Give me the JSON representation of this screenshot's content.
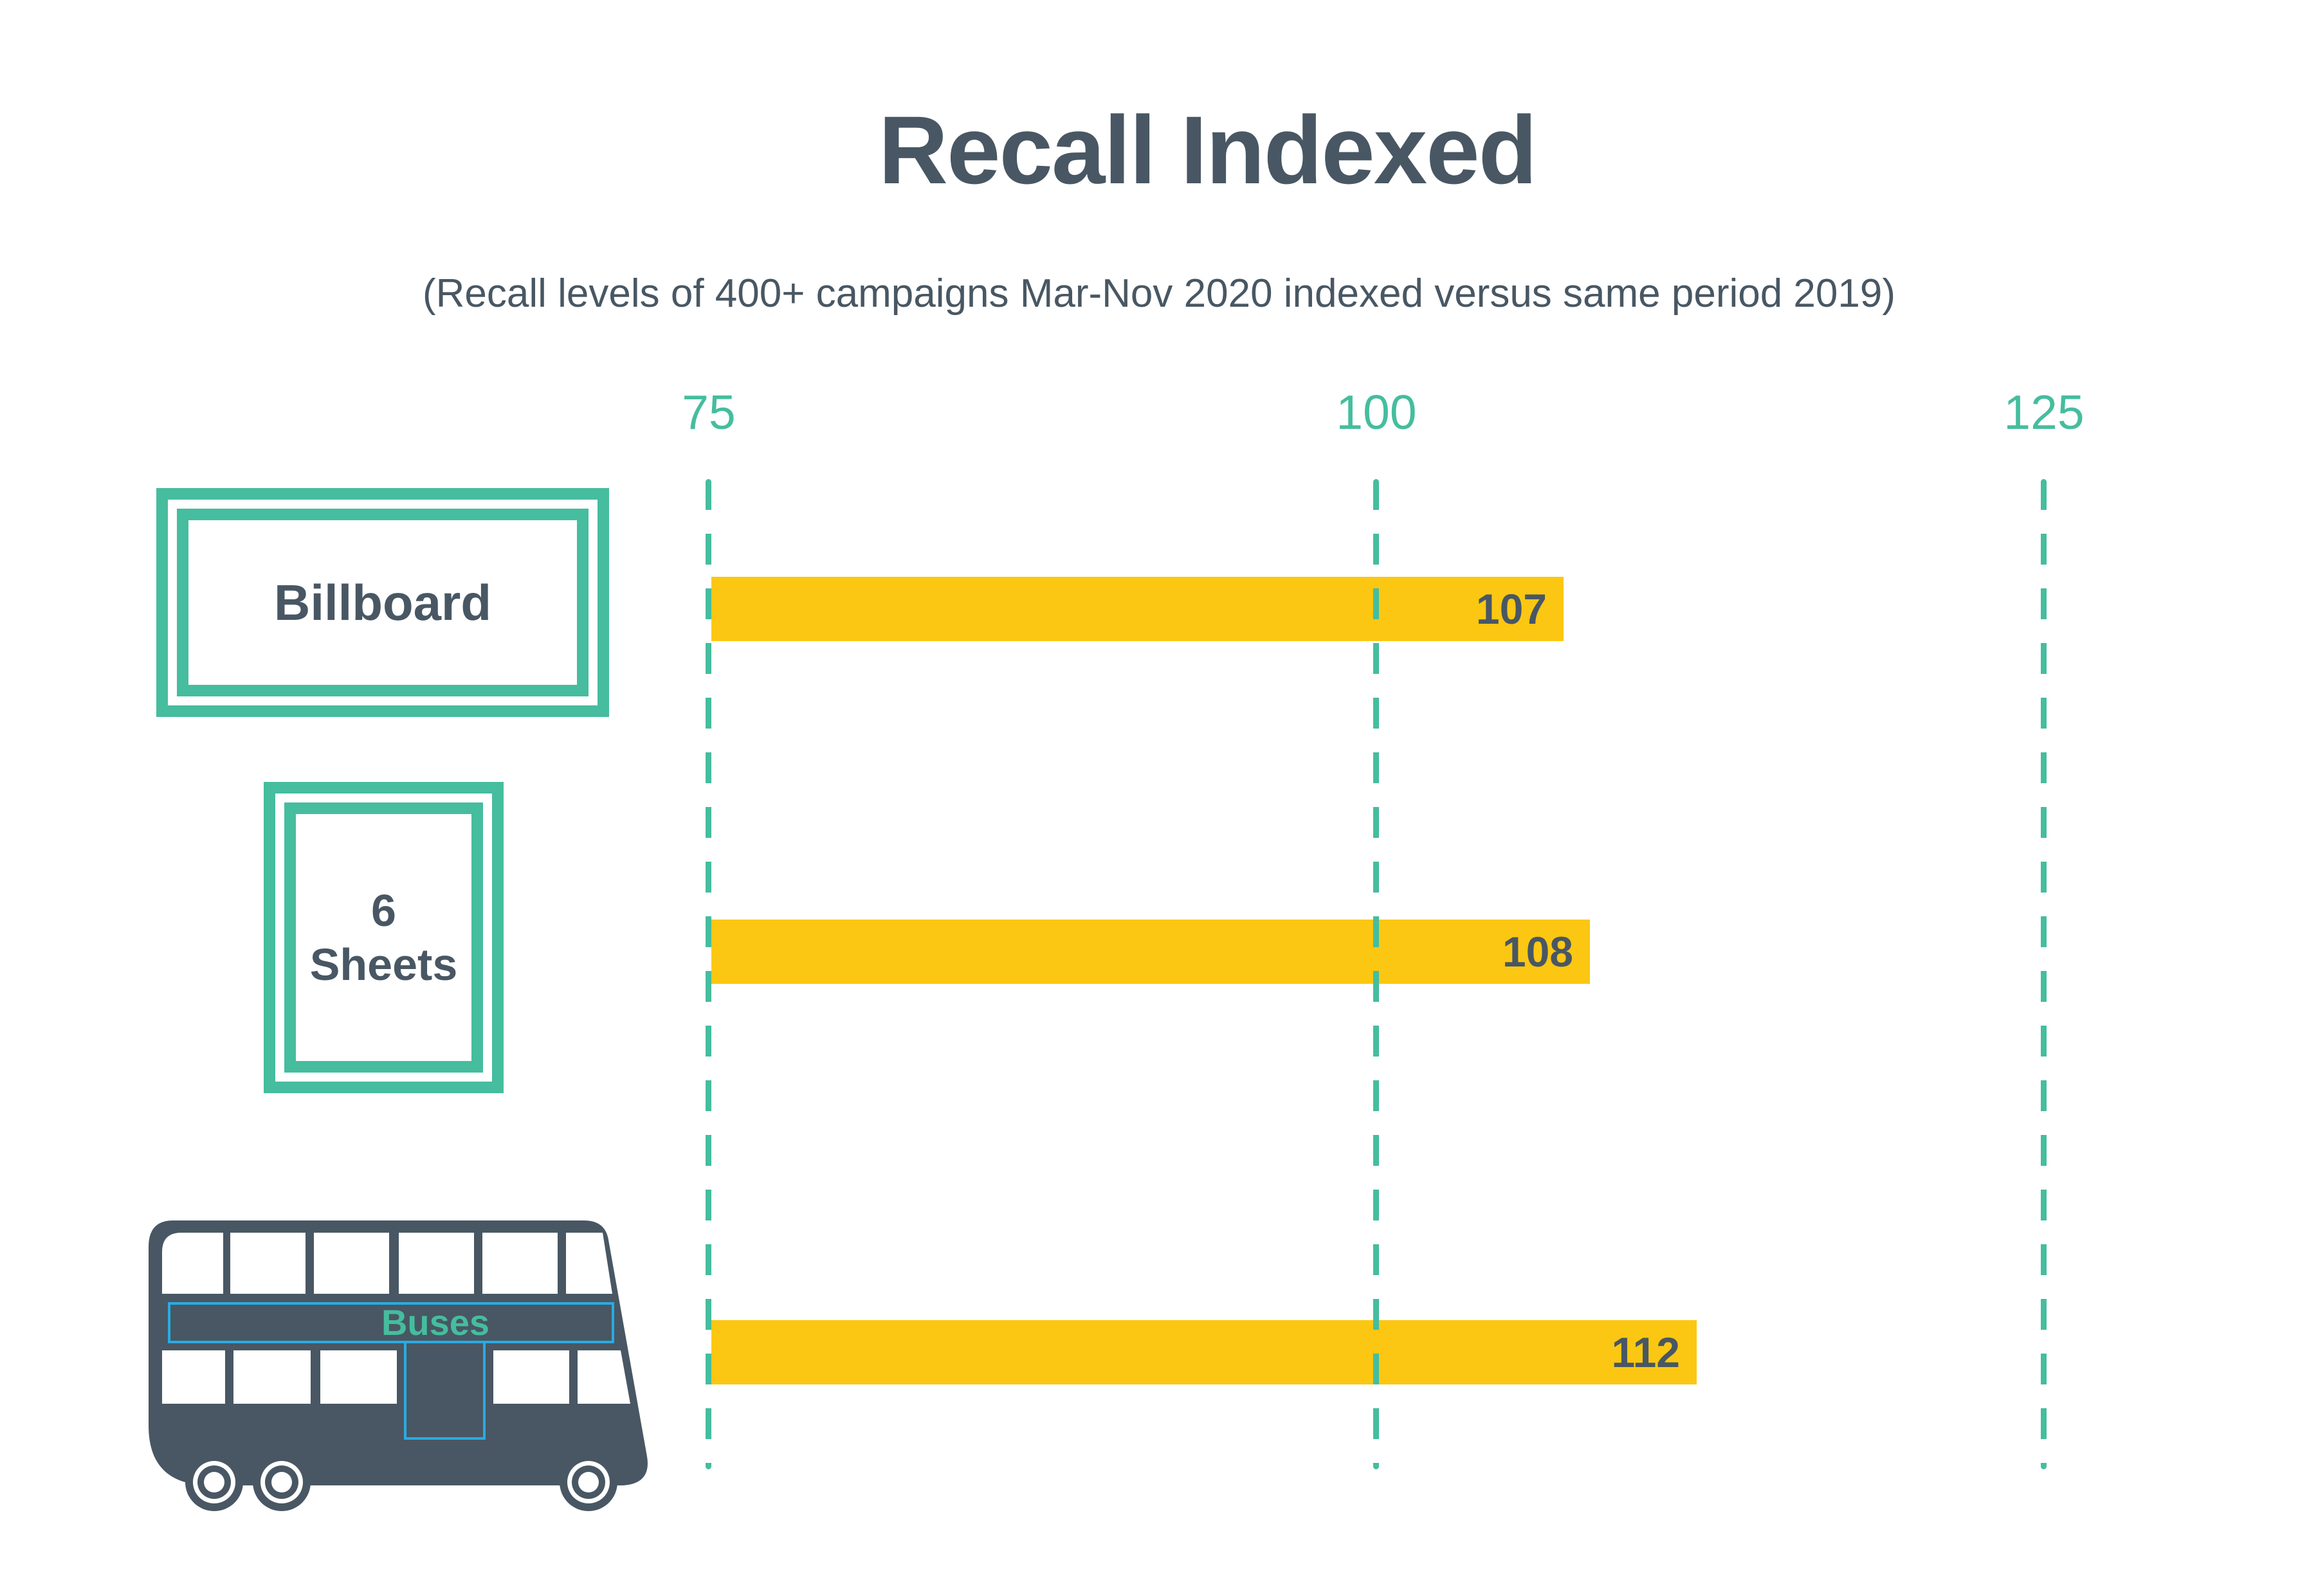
{
  "title": "Recall Indexed",
  "subtitle": "(Recall levels of 400+ campaigns Mar-Nov 2020  indexed versus same period 2019)",
  "axis": {
    "ticks": [
      "75",
      "100",
      "125"
    ]
  },
  "rows": [
    {
      "icon": "billboard-frame-icon",
      "label_lines": [
        "Billboard"
      ],
      "value": 107
    },
    {
      "icon": "six-sheet-frame-icon",
      "label_lines": [
        "6",
        "Sheets"
      ],
      "value": 108
    },
    {
      "icon": "double-decker-bus-icon",
      "label_lines": [
        "Buses"
      ],
      "value": 112
    }
  ],
  "colors": {
    "slate": "#485763",
    "teal": "#45BD9E",
    "bar_yellow": "#FBC712",
    "bus_outline_blue": "#29ABE2"
  },
  "chart_data": {
    "type": "bar",
    "orientation": "horizontal",
    "title": "Recall Indexed",
    "subtitle": "(Recall levels of 400+ campaigns Mar-Nov 2020  indexed versus same period 2019)",
    "categories": [
      "Billboard",
      "6 Sheets",
      "Buses"
    ],
    "values": [
      107,
      108,
      112
    ],
    "xlim": [
      75,
      125
    ],
    "xticks": [
      75,
      100,
      125
    ],
    "grid": "vertical dashed gridlines at each xtick",
    "legend": false,
    "bar_color": "#FBC712",
    "value_labels": "inside bar, right-aligned"
  }
}
